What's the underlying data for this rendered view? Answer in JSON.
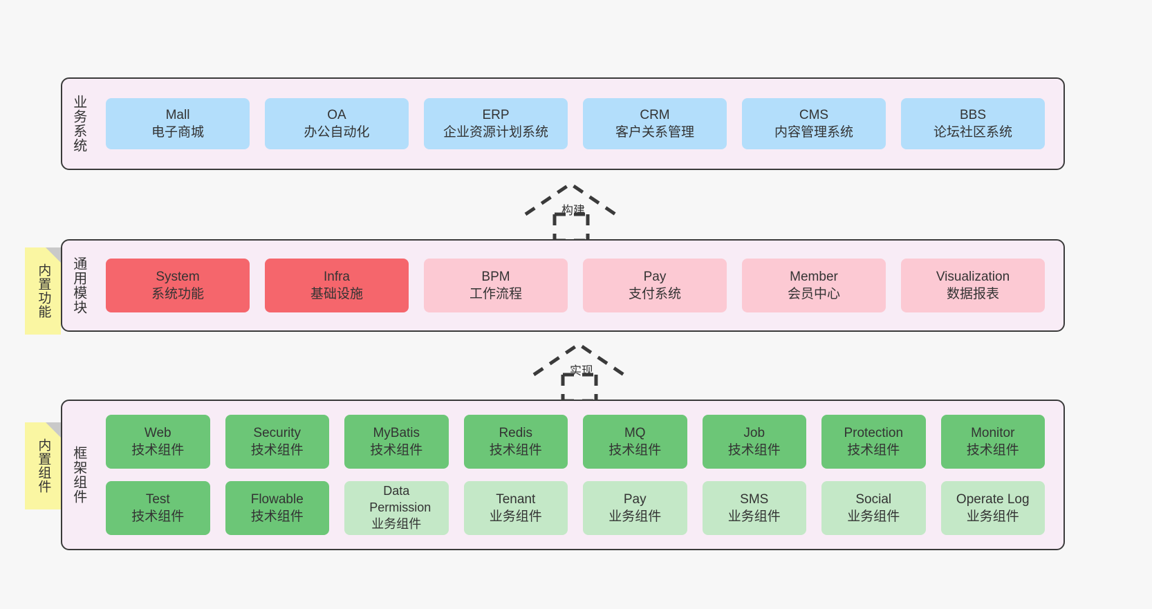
{
  "diagram": {
    "background_color": "#f7f7f7",
    "layer_bg_color": "#f8ecf6",
    "layer_border_color": "#3a3a3a",
    "sticky_color": "#faf6a2"
  },
  "layers": [
    {
      "id": "business-system",
      "title": "业务系统",
      "rows": [
        {
          "nodes": [
            {
              "en": "Mall",
              "cn": "电子商城",
              "color": "#b3defb",
              "style": "blue"
            },
            {
              "en": "OA",
              "cn": "办公自动化",
              "color": "#b3defb",
              "style": "blue"
            },
            {
              "en": "ERP",
              "cn": "企业资源计划系统",
              "color": "#b3defb",
              "style": "blue"
            },
            {
              "en": "CRM",
              "cn": "客户关系管理",
              "color": "#b3defb",
              "style": "blue"
            },
            {
              "en": "CMS",
              "cn": "内容管理系统",
              "color": "#b3defb",
              "style": "blue"
            },
            {
              "en": "BBS",
              "cn": "论坛社区系统",
              "color": "#b3defb",
              "style": "blue"
            }
          ]
        }
      ]
    },
    {
      "id": "common-module",
      "title": "通用模块",
      "sticky": "内置功能",
      "rows": [
        {
          "nodes": [
            {
              "en": "System",
              "cn": "系统功能",
              "color": "#f5666c",
              "style": "red"
            },
            {
              "en": "Infra",
              "cn": "基础设施",
              "color": "#f5666c",
              "style": "red"
            },
            {
              "en": "BPM",
              "cn": "工作流程",
              "color": "#fcc9d3",
              "style": "pinklight"
            },
            {
              "en": "Pay",
              "cn": "支付系统",
              "color": "#fcc9d3",
              "style": "pinklight"
            },
            {
              "en": "Member",
              "cn": "会员中心",
              "color": "#fcc9d3",
              "style": "pinklight"
            },
            {
              "en": "Visualization",
              "cn": "数据报表",
              "color": "#fcc9d3",
              "style": "pinklight"
            }
          ]
        }
      ]
    },
    {
      "id": "framework-component",
      "title": "框架组件",
      "sticky": "内置组件",
      "rows": [
        {
          "nodes": [
            {
              "en": "Web",
              "cn": "技术组件",
              "color": "#6cc677",
              "style": "green"
            },
            {
              "en": "Security",
              "cn": "技术组件",
              "color": "#6cc677",
              "style": "green"
            },
            {
              "en": "MyBatis",
              "cn": "技术组件",
              "color": "#6cc677",
              "style": "green"
            },
            {
              "en": "Redis",
              "cn": "技术组件",
              "color": "#6cc677",
              "style": "green"
            },
            {
              "en": "MQ",
              "cn": "技术组件",
              "color": "#6cc677",
              "style": "green"
            },
            {
              "en": "Job",
              "cn": "技术组件",
              "color": "#6cc677",
              "style": "green"
            },
            {
              "en": "Protection",
              "cn": "技术组件",
              "color": "#6cc677",
              "style": "green"
            },
            {
              "en": "Monitor",
              "cn": "技术组件",
              "color": "#6cc677",
              "style": "green"
            }
          ]
        },
        {
          "nodes": [
            {
              "en": "Test",
              "cn": "技术组件",
              "color": "#6cc677",
              "style": "green"
            },
            {
              "en": "Flowable",
              "cn": "技术组件",
              "color": "#6cc677",
              "style": "green"
            },
            {
              "en": "Data Permission",
              "cn": "业务组件",
              "color": "#c4e8c7",
              "style": "greenlight"
            },
            {
              "en": "Tenant",
              "cn": "业务组件",
              "color": "#c4e8c7",
              "style": "greenlight"
            },
            {
              "en": "Pay",
              "cn": "业务组件",
              "color": "#c4e8c7",
              "style": "greenlight"
            },
            {
              "en": "SMS",
              "cn": "业务组件",
              "color": "#c4e8c7",
              "style": "greenlight"
            },
            {
              "en": "Social",
              "cn": "业务组件",
              "color": "#c4e8c7",
              "style": "greenlight"
            },
            {
              "en": "Operate Log",
              "cn": "业务组件",
              "color": "#c4e8c7",
              "style": "greenlight"
            }
          ]
        }
      ]
    }
  ],
  "connectors": [
    {
      "id": "build",
      "label": "构建",
      "from": "common-module",
      "to": "business-system"
    },
    {
      "id": "implement",
      "label": "实现",
      "from": "framework-component",
      "to": "common-module"
    }
  ]
}
